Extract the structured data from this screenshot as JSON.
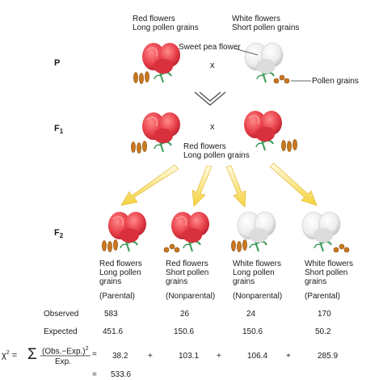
{
  "header": {
    "red_parent": [
      "Red flowers",
      "Long pollen grains"
    ],
    "white_parent": [
      "White flowers",
      "Short pollen grains"
    ]
  },
  "labels": {
    "sweet_pea": "Sweet pea flower",
    "pollen": "Pollen grains",
    "cross": "x",
    "f1_desc": [
      "Red flowers",
      "Long pollen grains"
    ]
  },
  "generations": {
    "p": "P",
    "f1_main": "F",
    "f1_sub": "1",
    "f2_main": "F",
    "f2_sub": "2"
  },
  "f2_classes": [
    {
      "line1": "Red flowers",
      "line2": "Long pollen",
      "line3": "grains",
      "type": "(Parental)"
    },
    {
      "line1": "Red flowers",
      "line2": "Short pollen",
      "line3": "grains",
      "type": "(Nonparental)"
    },
    {
      "line1": "White flowers",
      "line2": "Long pollen",
      "line3": "grains",
      "type": "(Nonparental)"
    },
    {
      "line1": "White flowers",
      "line2": "Short pollen",
      "line3": "grains",
      "type": "(Parental)"
    }
  ],
  "table": {
    "observed_label": "Observed",
    "expected_label": "Expected",
    "observed": [
      "583",
      "26",
      "24",
      "170"
    ],
    "expected": [
      "451.6",
      "150.6",
      "150.6",
      "50.2"
    ],
    "chi_terms": [
      "38.2",
      "103.1",
      "106.4",
      "285.9"
    ],
    "plus": "+",
    "total_eq": "=",
    "total": "533.6"
  },
  "formula": {
    "chi": "χ",
    "sq": "2",
    "eq1": "=",
    "sigma": "Σ",
    "numerator": "(Obs.−Exp.)",
    "num_sq": "2",
    "denominator": "Exp.",
    "eq2": "="
  },
  "colors": {
    "red_flower": "#e8404a",
    "white_flower": "#eeeeee",
    "stem": "#3c9a5a",
    "pollen": "#c9781f",
    "arrow": "#f5d23a"
  }
}
